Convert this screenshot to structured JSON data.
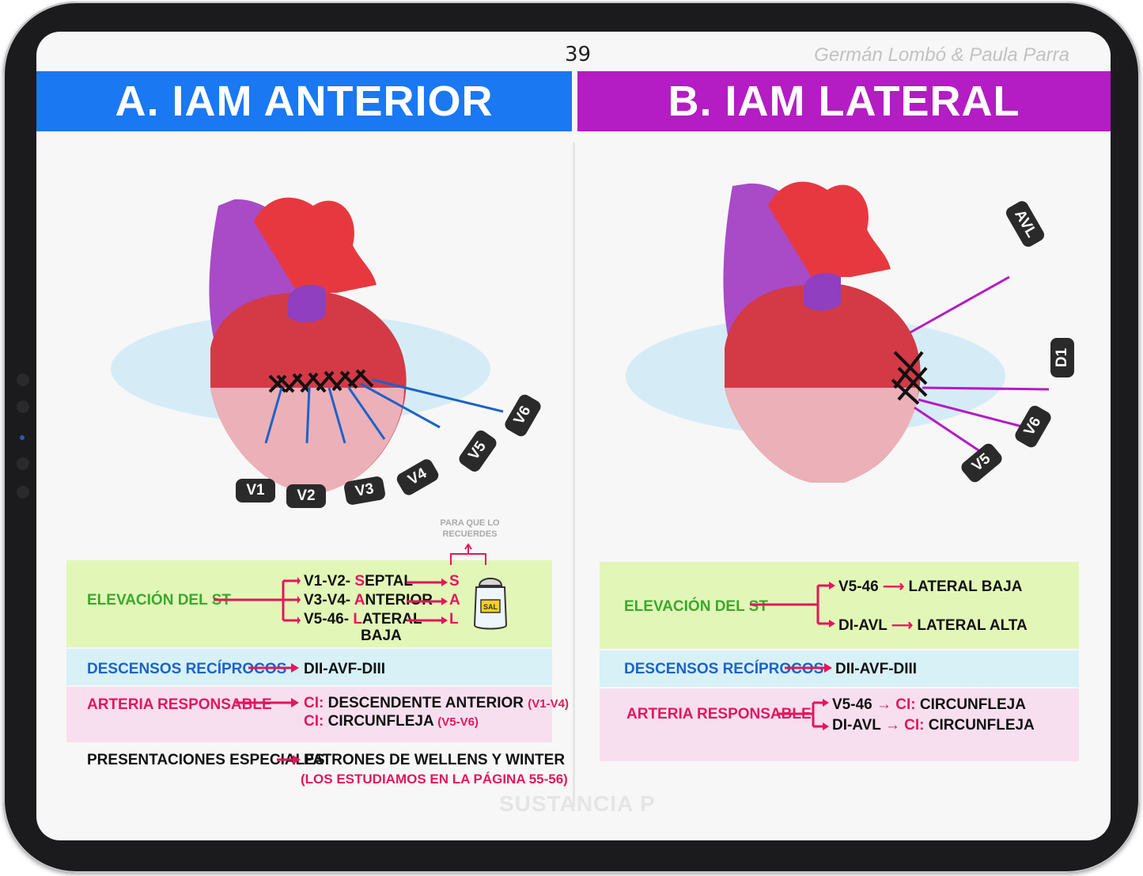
{
  "page": {
    "number": "39",
    "authors": "Germán Lombó & Paula Parra",
    "watermark": "SUSTANCIA P"
  },
  "left": {
    "title": "A. IAM ANTERIOR",
    "leads": [
      "V1",
      "V2",
      "V3",
      "V4",
      "V5",
      "V6"
    ],
    "mnemonic_note": "PARA QUE LO RECUERDES",
    "mnemonic_object": "SAL",
    "st_elevation": {
      "label": "ELEVACIÓN DEL ST",
      "rows": [
        {
          "leads": "V1-V2-",
          "initial": "S",
          "rest": "EPTAL",
          "letter": "S"
        },
        {
          "leads": "V3-V4-",
          "initial": "A",
          "rest": "NTERIOR",
          "letter": "A"
        },
        {
          "leads": "V5-46-",
          "initial": "L",
          "rest": "ATERAL",
          "letter": "L"
        }
      ],
      "extra": "BAJA"
    },
    "reciprocal": {
      "label": "DESCENSOS RECÍPROCOS",
      "value": "DII-AVF-DIII"
    },
    "artery": {
      "label": "ARTERIA RESPONSABLE",
      "lines": [
        {
          "prefix": "CI:",
          "text": "DESCENDENTE ANTERIOR",
          "note": "(V1-V4)"
        },
        {
          "prefix": "CI:",
          "text": "CIRCUNFLEJA",
          "note": "(V5-V6)"
        }
      ]
    },
    "special": {
      "label": "PRESENTACIONES ESPECIALES",
      "value": "PATRONES DE WELLENS Y WINTER",
      "note": "(LOS ESTUDIAMOS EN LA PÁGINA 55-56)"
    }
  },
  "right": {
    "title": "B. IAM LATERAL",
    "leads": [
      "AVL",
      "D1",
      "V6",
      "V5"
    ],
    "st_elevation": {
      "label": "ELEVACIÓN DEL ST",
      "rows": [
        {
          "leads": "V5-46",
          "value": "LATERAL BAJA"
        },
        {
          "leads": "DI-AVL",
          "value": "LATERAL ALTA"
        }
      ]
    },
    "reciprocal": {
      "label": "DESCENSOS RECÍPROCOS",
      "value": "DII-AVF-DIII"
    },
    "artery": {
      "label": "ARTERIA RESPONSABLE",
      "rows": [
        {
          "leads": "V5-46",
          "prefix": "CI:",
          "value": "CIRCUNFLEJA"
        },
        {
          "leads": "DI-AVL",
          "prefix": "CI:",
          "value": "CIRCUNFLEJA"
        }
      ]
    }
  },
  "colors": {
    "blue_header": "#1a78f2",
    "purple_header": "#b41cc4",
    "green_band": "#e2f7b7",
    "blue_band": "#d7f1f7",
    "pink_band": "#f7dff0",
    "accent_red": "#e3165b"
  }
}
